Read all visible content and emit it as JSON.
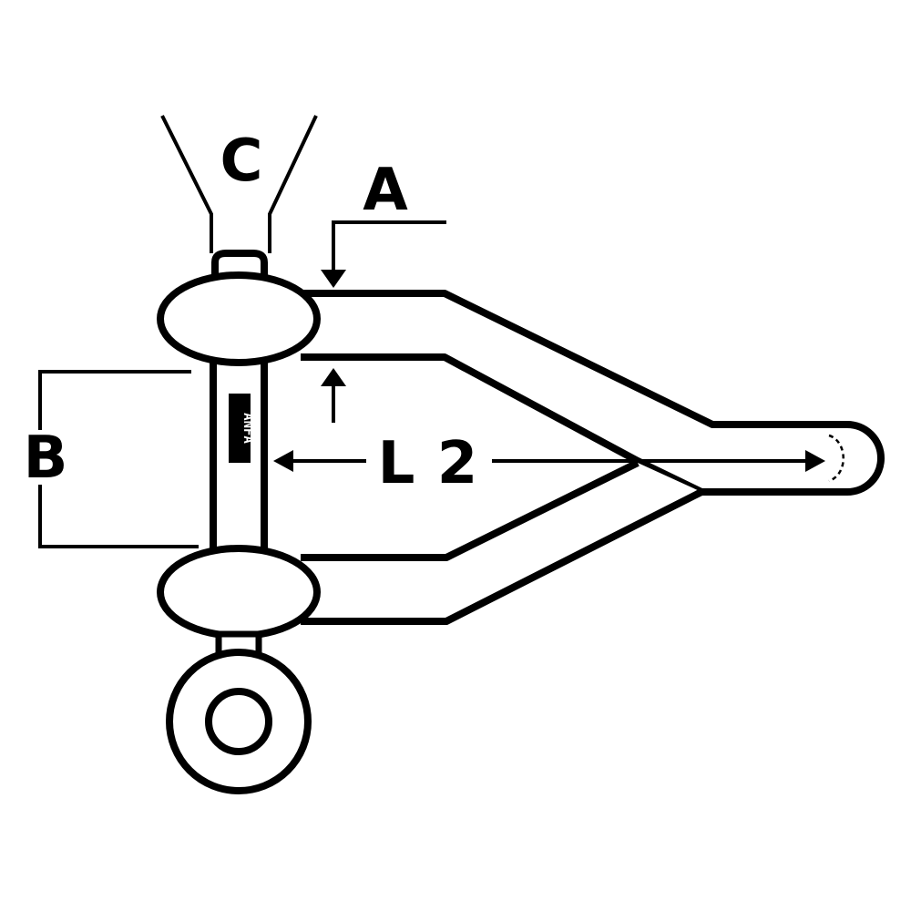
{
  "labels": {
    "a": "A",
    "b": "B",
    "c": "C",
    "l2_letter": "L",
    "l2_number": "2"
  },
  "pin_marking": "ANFA",
  "colors": {
    "ink": "#000000",
    "paper": "#ffffff"
  }
}
